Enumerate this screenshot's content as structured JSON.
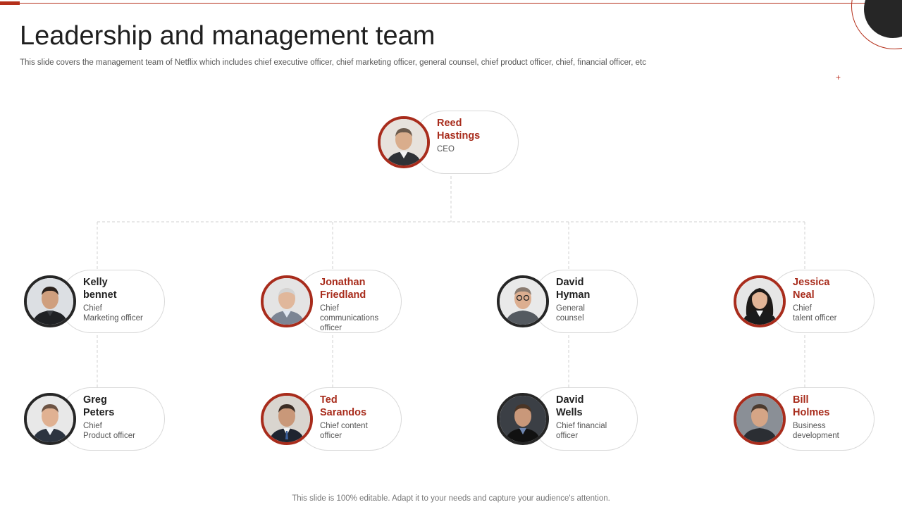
{
  "header": {
    "title": "Leadership and management team",
    "subtitle": "This slide covers the management team of Netflix which includes chief executive officer, chief marketing officer, general counsel, chief product officer, chief, financial officer, etc",
    "plus_glyph": "+"
  },
  "footer": {
    "note": "This slide is 100% editable. Adapt it to your needs and capture your audience's attention."
  },
  "colors": {
    "accent": "#a82c1c",
    "dark": "#262626",
    "text": "#1f1f1f",
    "muted": "#555555"
  },
  "org": {
    "ceo": {
      "name_line1": "Reed",
      "name_line2": "Hastings",
      "role_line1": "CEO",
      "role_line2": "",
      "role_line3": "",
      "highlight": true
    },
    "members": [
      {
        "name_line1": "Kelly",
        "name_line2": "bennet",
        "role_line1": "Chief",
        "role_line2": "Marketing officer",
        "role_line3": "",
        "highlight": false
      },
      {
        "name_line1": "Jonathan",
        "name_line2": "Friedland",
        "role_line1": "Chief",
        "role_line2": "communications",
        "role_line3": "officer",
        "highlight": true
      },
      {
        "name_line1": "David",
        "name_line2": "Hyman",
        "role_line1": "General",
        "role_line2": "counsel",
        "role_line3": "",
        "highlight": false
      },
      {
        "name_line1": "Jessica",
        "name_line2": "Neal",
        "role_line1": "Chief",
        "role_line2": "talent officer",
        "role_line3": "",
        "highlight": true
      },
      {
        "name_line1": "Greg",
        "name_line2": "Peters",
        "role_line1": "Chief",
        "role_line2": "Product officer",
        "role_line3": "",
        "highlight": false
      },
      {
        "name_line1": "Ted",
        "name_line2": "Sarandos",
        "role_line1": "Chief content",
        "role_line2": "officer",
        "role_line3": "",
        "highlight": true
      },
      {
        "name_line1": "David",
        "name_line2": "Wells",
        "role_line1": "Chief financial",
        "role_line2": "officer",
        "role_line3": "",
        "highlight": false
      },
      {
        "name_line1": "Bill",
        "name_line2": "Holmes",
        "role_line1": "Business",
        "role_line2": "development",
        "role_line3": "",
        "highlight": true
      }
    ]
  }
}
